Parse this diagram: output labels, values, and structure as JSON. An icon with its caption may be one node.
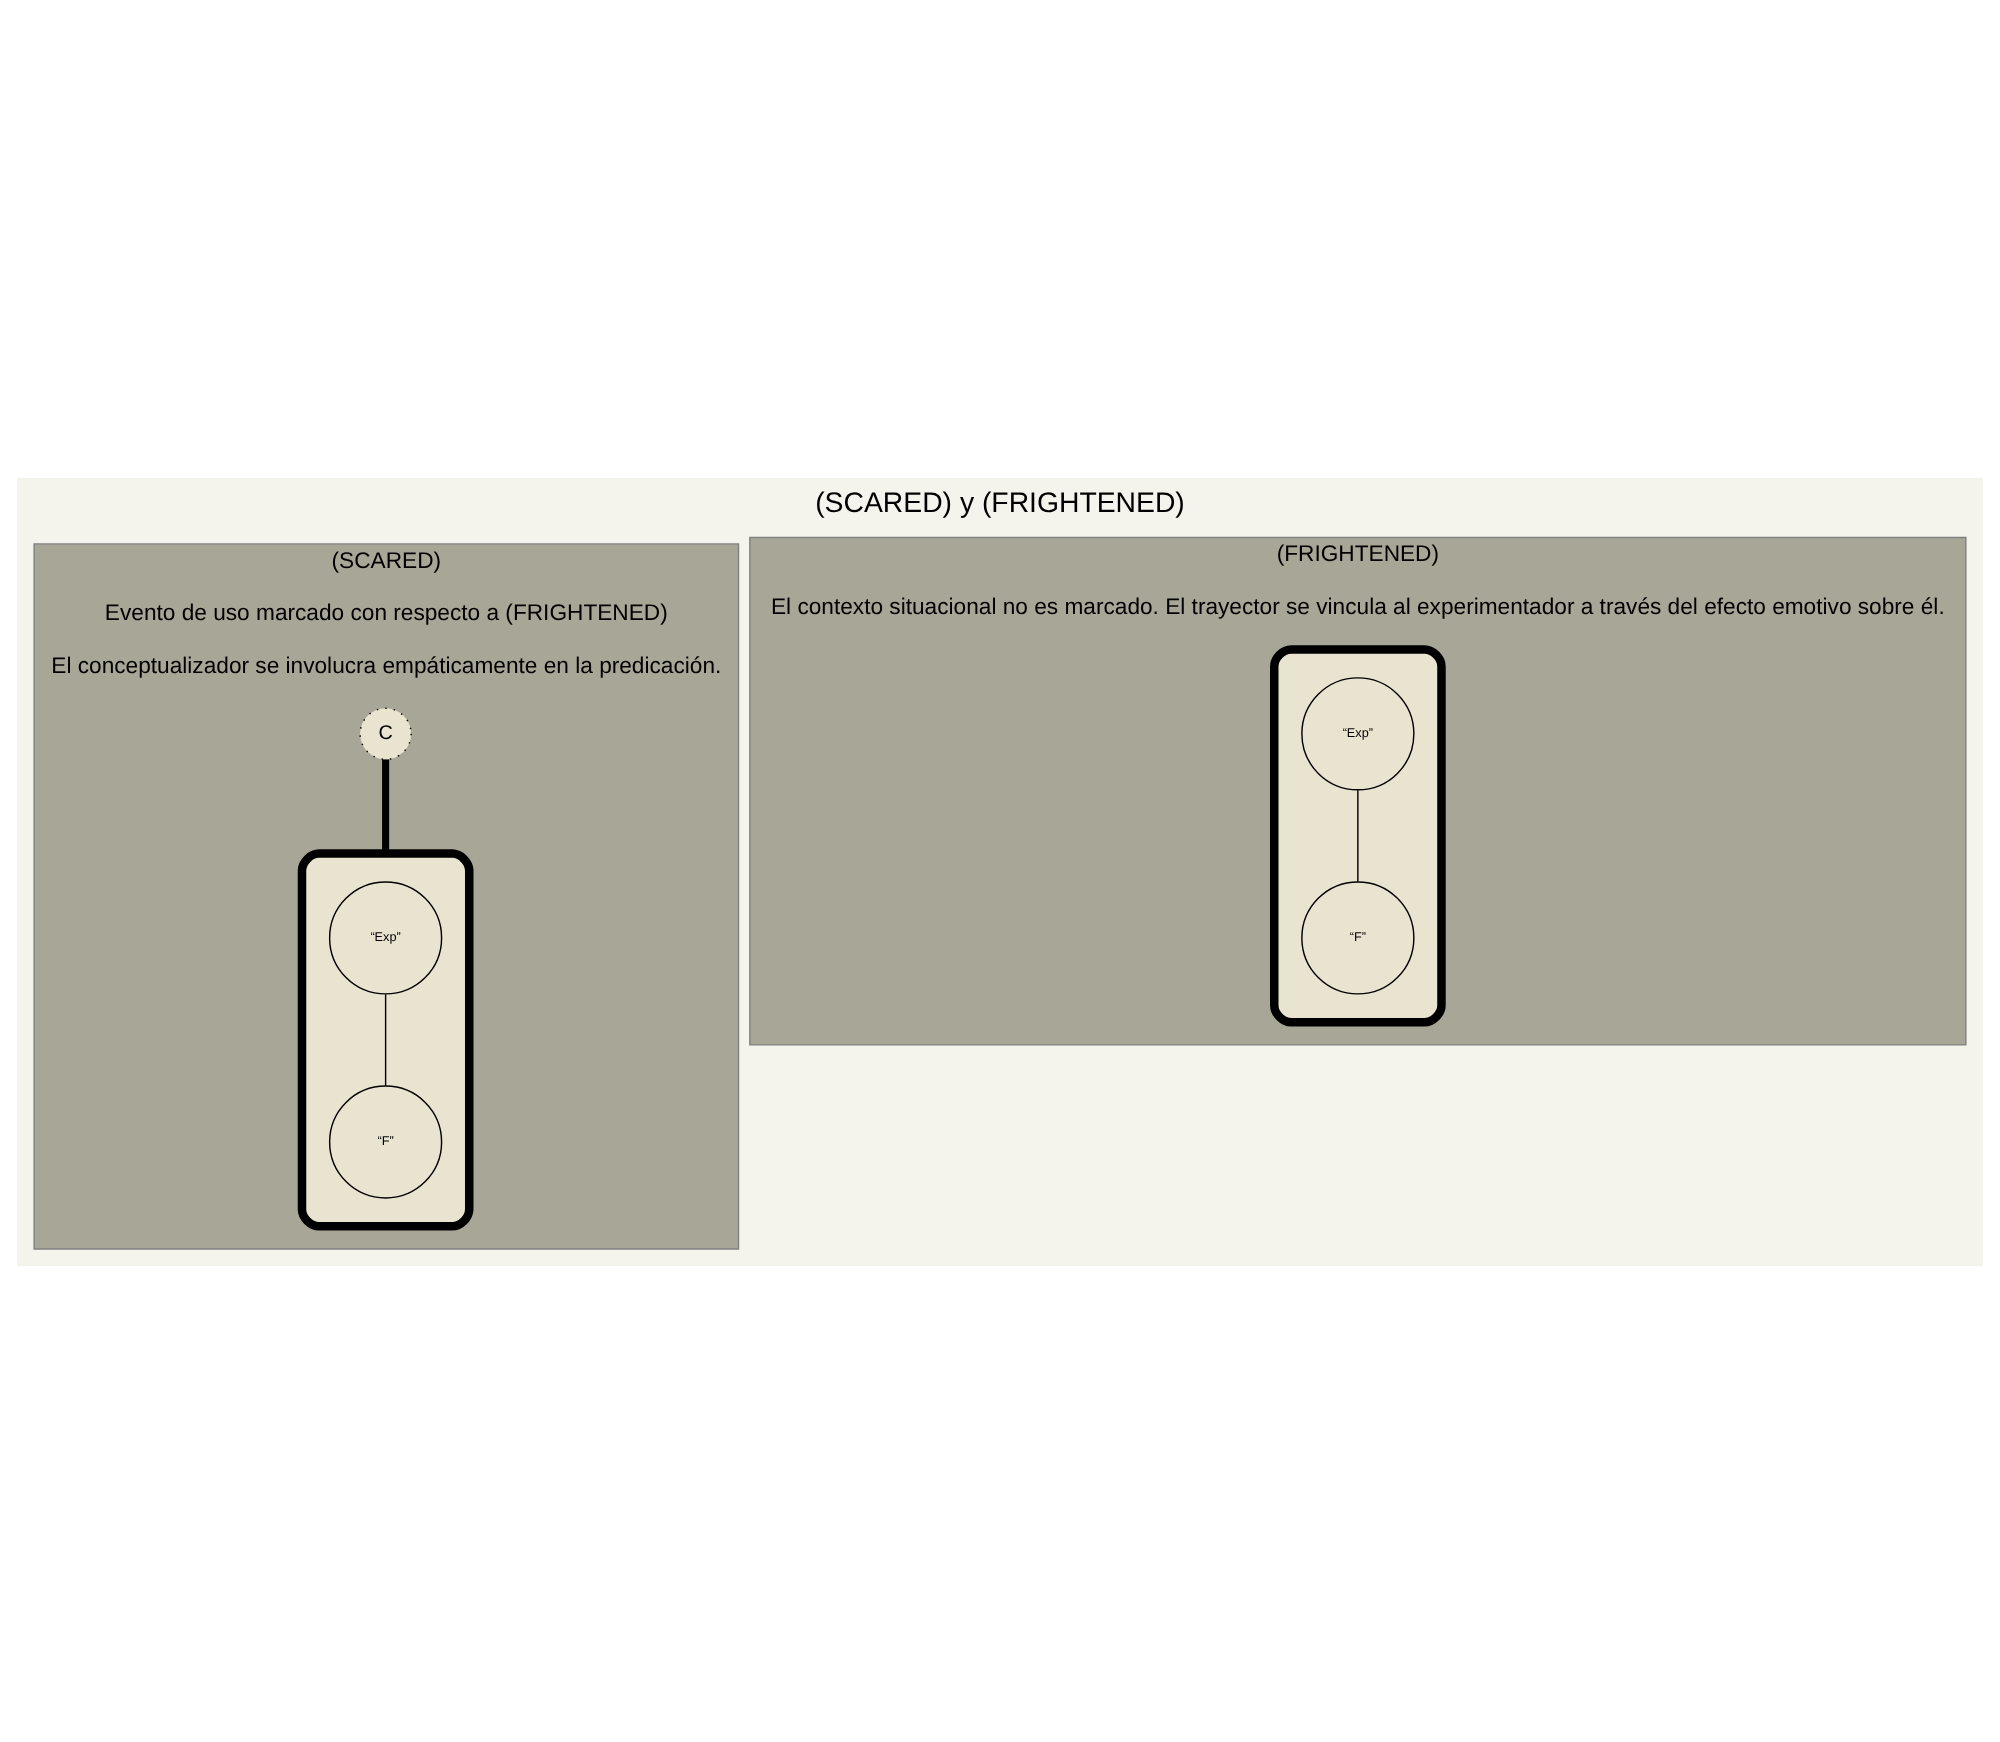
{
  "diagram": {
    "title": "(SCARED) y (FRIGHTENED)",
    "nodes": [
      {
        "text": [
          "(SCARED)",
          "Evento de uso marcado con respecto a (FRIGHTENED)",
          "El conceptualizador se involucra empáticamente en la predicación."
        ]
      },
      {
        "text": [],
        "shape": "ellipse",
        "in": 0
      },
      {
        "text": [
          "“Exp”"
        ],
        "in": 1
      },
      {
        "text": [
          "“F”"
        ],
        "in": 1
      },
      {
        "text": [
          "C"
        ],
        "in": 0
      },
      {
        "text": [
          "(FRIGHTENED)",
          "El contexto situacional no es marcado. El trayector se vincula al experimentador a través del efecto emotivo sobre él."
        ]
      },
      {
        "text": [],
        "shape": "ellipse",
        "in": 5
      },
      {
        "text": [
          "“Exp”"
        ],
        "in": 6
      },
      {
        "text": [
          "“F”"
        ],
        "in": 6
      }
    ],
    "edges": [
      {
        "from": 2,
        "to": 3,
        "arrow": "none"
      },
      {
        "from": 4,
        "to": 1,
        "arrow": "none",
        "style": "thick"
      },
      {
        "from": 7,
        "to": 8,
        "arrow": "none"
      }
    ]
  }
}
